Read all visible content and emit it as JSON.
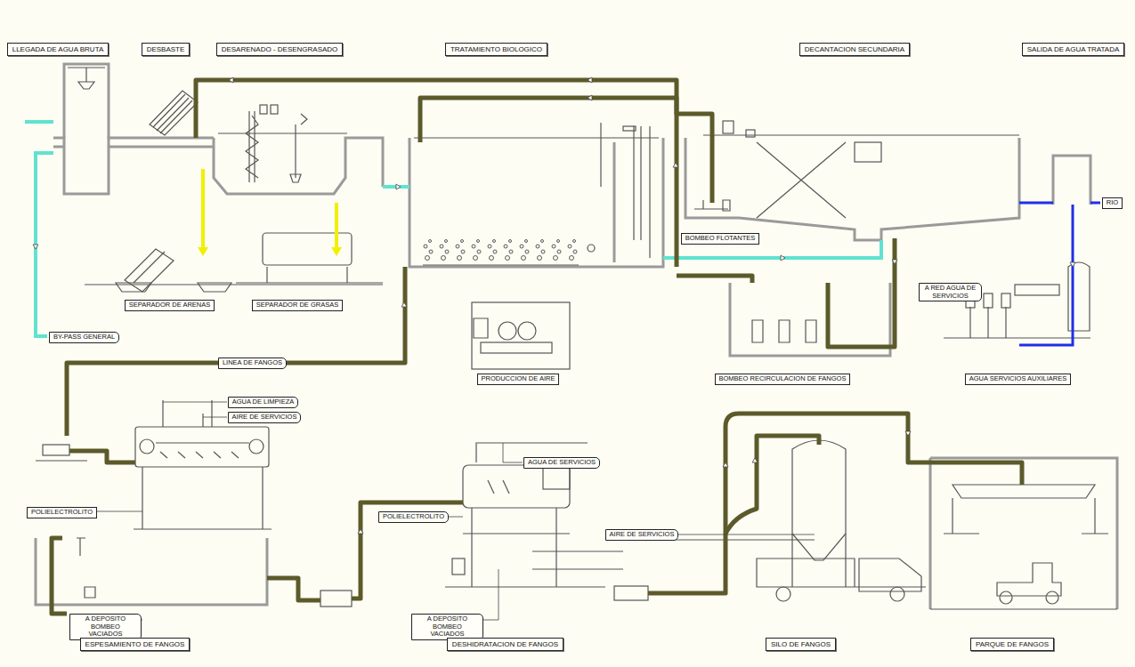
{
  "diagram": {
    "nodes": [
      {
        "text": [
          "LLEGADA DE AGUA BRUTA"
        ]
      },
      {
        "text": [
          "DESBASTE"
        ]
      },
      {
        "text": [
          "DESARENADO - DESENGRASADO"
        ]
      },
      {
        "text": [
          "TRATAMIENTO BIOLOGICO"
        ]
      },
      {
        "text": [
          "DECANTACION SECUNDARIA"
        ]
      },
      {
        "text": [
          "SALIDA DE AGUA TRATADA"
        ]
      },
      {
        "text": [
          "RIO"
        ]
      },
      {
        "text": [
          "BOMBEO FLOTANTES"
        ]
      },
      {
        "text": [
          "A RED AGUA DE SERVICIOS"
        ]
      },
      {
        "text": [
          "SEPARADOR DE ARENAS"
        ]
      },
      {
        "text": [
          "SEPARADOR DE GRASAS"
        ]
      },
      {
        "text": [
          "BY-PASS GENERAL"
        ]
      },
      {
        "text": [
          "LINEA DE FANGOS"
        ]
      },
      {
        "text": [
          "PRODUCCION DE AIRE"
        ]
      },
      {
        "text": [
          "BOMBEO RECIRCULACION DE FANGOS"
        ]
      },
      {
        "text": [
          "AGUA SERVICIOS AUXILIARES"
        ]
      },
      {
        "text": [
          "AGUA DE LIMPIEZA"
        ]
      },
      {
        "text": [
          "AIRE DE SERVICIOS"
        ]
      },
      {
        "text": [
          "AGUA DE SERVICIOS"
        ]
      },
      {
        "text": [
          "POLIELECTROLITO"
        ]
      },
      {
        "text": [
          "POLIELECTROLITO"
        ]
      },
      {
        "text": [
          "AIRE DE SERVICIOS"
        ]
      },
      {
        "text": [
          "A DEPOSITO BOMBEO VACIADOS"
        ]
      },
      {
        "text": [
          "A DEPOSITO BOMBEO VACIADOS"
        ]
      },
      {
        "text": [
          "ESPESAMIENTO DE FANGOS"
        ]
      },
      {
        "text": [
          "DESHIDRATACION DE FANGOS"
        ]
      },
      {
        "text": [
          "SILO DE FANGOS"
        ]
      },
      {
        "text": [
          "PARQUE DE FANGOS"
        ]
      }
    ]
  }
}
